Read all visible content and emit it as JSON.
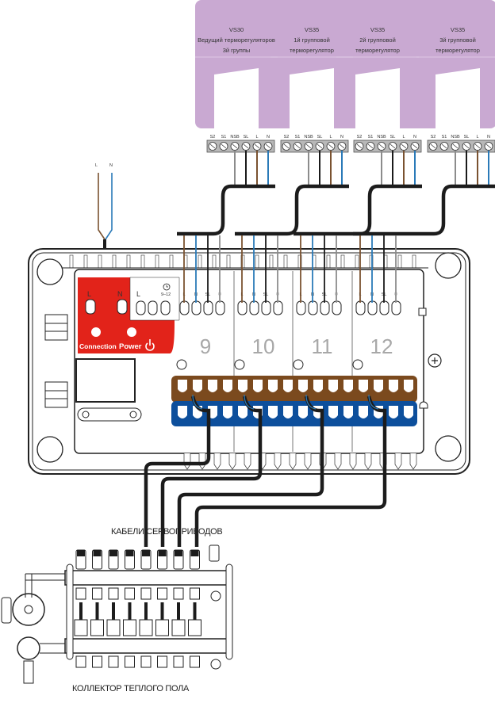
{
  "colors": {
    "panel_bg": "#c9a9d2",
    "power_block": "#e2231a",
    "brown_bus": "#7b4a1e",
    "blue_bus": "#0d4f9c",
    "wire_brown": "#7a5230",
    "wire_blue": "#2a7ab8",
    "wire_black": "#1a1a1a",
    "wire_grey": "#8c8c8c",
    "cable": "#1c1c1c"
  },
  "thermostats": [
    {
      "model": "VS30",
      "line1": "Ведущий терморегуляторов",
      "line2": "3й группы"
    },
    {
      "model": "VS35",
      "line1": "1й групповой",
      "line2": "терморегулятор"
    },
    {
      "model": "VS35",
      "line1": "2й групповой",
      "line2": "терморегулятор"
    },
    {
      "model": "VS35",
      "line1": "3й групповой",
      "line2": "терморегулятор"
    }
  ],
  "thermostat_terminals": [
    "S2",
    "S1",
    "NSB",
    "SL",
    "L",
    "N"
  ],
  "mains_cable": {
    "l": "L",
    "n": "N"
  },
  "power_block": {
    "l": "L",
    "n": "N",
    "connection_label": "Connection",
    "power_label": "Power",
    "power_icon": "power-icon"
  },
  "aux_terminals": {
    "l": "L",
    "timer": "9–12",
    "timer_icon": "clock-icon"
  },
  "zone_terminal_labels": [
    "L",
    "N",
    "SL",
    "⏀"
  ],
  "zones": [
    "9",
    "10",
    "11",
    "12"
  ],
  "labels": {
    "actuator_cables": "КАБЕЛИ СЕРВОПРИВОДОВ",
    "manifold": "КОЛЛЕКТОР ТЕПЛОГО ПОЛА"
  }
}
